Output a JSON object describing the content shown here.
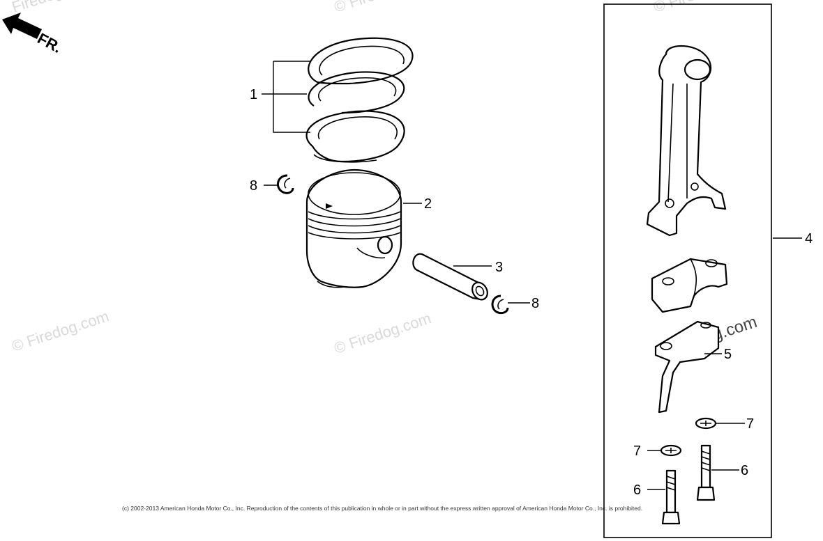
{
  "direction_label": "FR.",
  "watermarks": [
    "© Firedog.com",
    "© Firedog.com",
    "© Firedog.com",
    "© Firedog.com",
    "Firedog.com",
    "Firedog.com"
  ],
  "callouts": {
    "piston_rings": "1",
    "piston": "2",
    "piston_pin": "3",
    "connecting_rod": "4",
    "oil_dipper": "5",
    "rod_bolt_left": "6",
    "rod_bolt_right": "6",
    "lock_plate_left": "7",
    "lock_plate_right": "7",
    "pin_clip_left": "8",
    "pin_clip_right": "8"
  },
  "copyright": "(c) 2002-2013 American Honda Motor Co., Inc. Reproduction of the contents of this publication in whole or in part without the express written approval of American Honda Motor Co., Inc. is prohibited."
}
